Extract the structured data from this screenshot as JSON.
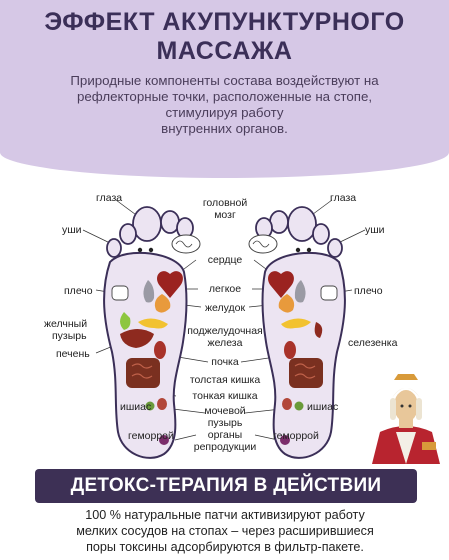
{
  "header": {
    "title_line1": "ЭФФЕКТ АКУПУНКТУРНОГО",
    "title_line2": "МАССАЖА",
    "subtitle_line1": "Природные компоненты состава воздействуют на",
    "subtitle_line2": "рефлекторные точки, расположенные на стопе,",
    "subtitle_line3": "стимулируя работу",
    "subtitle_line4": "внутренних органов."
  },
  "diagram": {
    "labels": {
      "eyes_left": "глаза",
      "eyes_right": "глаза",
      "brain_1": "головной",
      "brain_2": "мозг",
      "ears_left": "уши",
      "ears_right": "уши",
      "heart": "сердце",
      "shoulder_left": "плечо",
      "shoulder_right": "плечо",
      "lungs": "легкое",
      "stomach": "желудок",
      "gallbladder_1": "желчный",
      "gallbladder_2": "пузырь",
      "pancreas_1": "поджелудочная",
      "pancreas_2": "железа",
      "spleen": "селезенка",
      "liver": "печень",
      "kidney": "почка",
      "colon": "толстая кишка",
      "small_intestine": "тонкая кишка",
      "bladder_1": "мочевой",
      "bladder_2": "пузырь",
      "sciatica_left": "ишиас",
      "sciatica_right": "ишиас",
      "hemorrhoids_left": "геморрой",
      "hemorrhoids_right": "геморрой",
      "reproductive_1": "органы",
      "reproductive_2": "репродукции"
    },
    "colors": {
      "foot_fill": "#ece4f2",
      "foot_stroke": "#3b2f58",
      "heart": "#9b2320",
      "organ_red": "#8e2a1f",
      "lung_gray": "#9a9aa4",
      "stomach_orange": "#e89a3c",
      "gallbladder_green": "#8dc63f",
      "pancreas_yellow": "#f2c230",
      "intestine_brown": "#7a3020",
      "dot_green": "#6a9a3a",
      "dot_purple": "#7b2d6b"
    }
  },
  "banner": {
    "text": "ДЕТОКС-ТЕРАПИЯ В ДЕЙСТВИИ"
  },
  "body": {
    "line1": "100 % натуральные патчи активизируют работу",
    "line2": "мелких сосудов на стопах – через расширившиеся",
    "line3": "поры токсины адсорбируются в фильтр-пакете."
  }
}
